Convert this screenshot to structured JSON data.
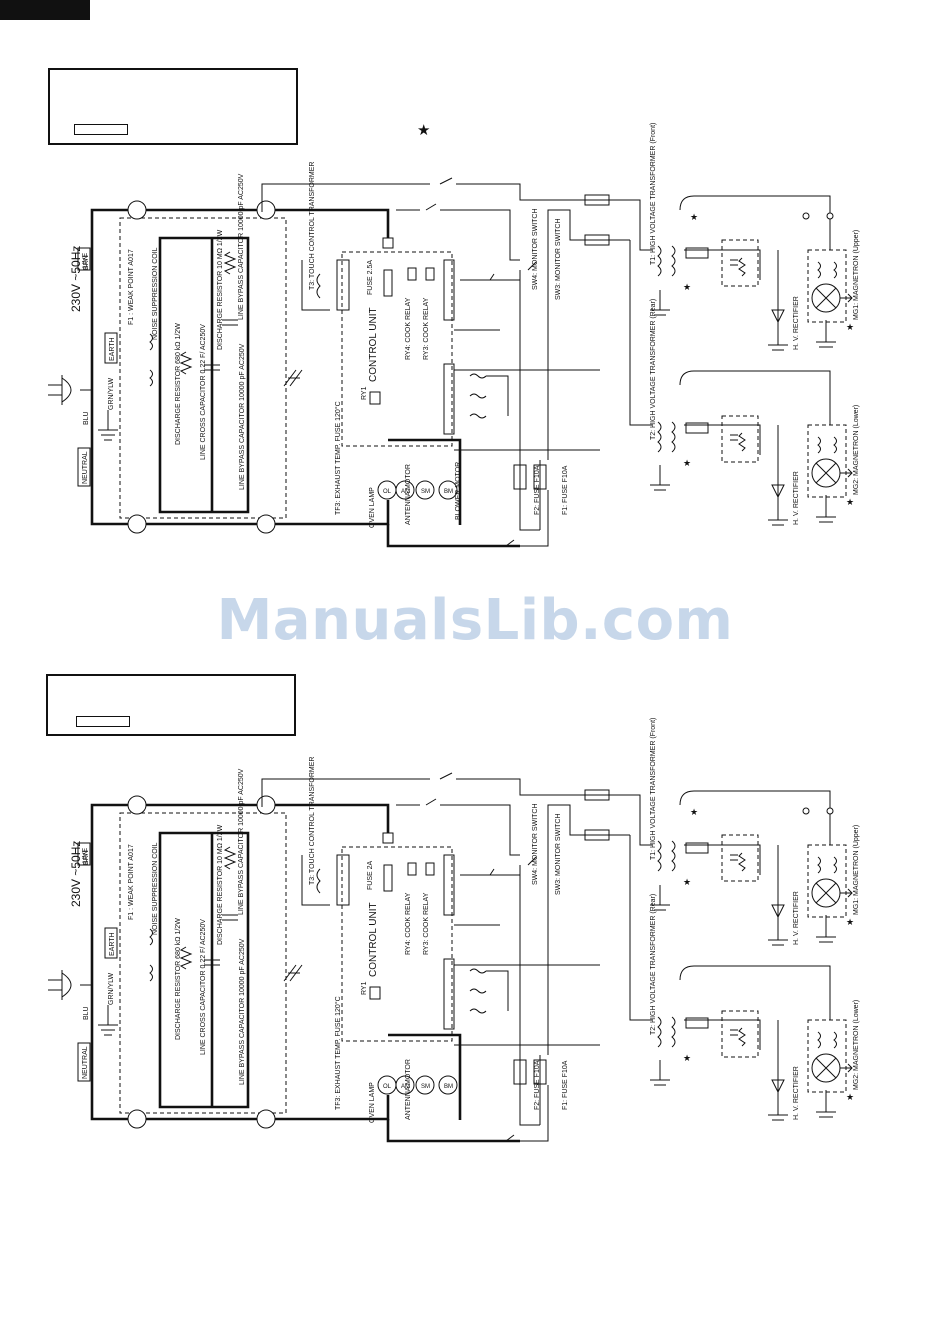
{
  "page": {
    "watermark": "ManualsLib.com",
    "star_symbol": "★"
  },
  "diagrams": [
    {
      "supply": "230V ~50Hz",
      "wires": {
        "brn": "BRN",
        "blu": "BLU",
        "grn": "GRN/YLW"
      },
      "terminals": {
        "live": "LIVE",
        "earth": "EARTH",
        "neutral": "NEUTRAL"
      },
      "components": {
        "f1": "F1 : WEAK POINT A017",
        "coil": "NOISE SUPPRESSION COIL",
        "dres1": "DISCHARGE RESISTOR 680 kΩ 1/2W",
        "cross": "LINE CROSS CAPACITOR 0.22 F/ AC250V",
        "dres2": "DISCHARGE RESISTOR 10 MΩ 1/2W",
        "bypass1": "LINE BYPASS CAPACITOR 10000 pF AC250V",
        "bypass2": "LINE BYPASS CAPACITOR 10000 pF AC250V",
        "t3": "T3: TOUCH CONTROL TRANSFORMER",
        "fuse": "FUSE 2.5A",
        "ry4": "RY4: COOK RELAY",
        "ry3": "RY3: COOK RELAY",
        "control": "CONTROL UNIT",
        "ry1": "RY1",
        "tf3": "TF3: EXHAUST TEMP. FUSE 120°C",
        "oven_lamp": "OVEN LAMP",
        "antenna": "ANTENNA MOTOR",
        "blower": "BLOWER MOTOR",
        "sw4": "SW4: MONITOR SWITCH",
        "sw3": "SW3: MONITOR SWITCH",
        "f2": "F2: FUSE F10A",
        "f1fuse": "F1: FUSE F10A",
        "t1": "T1: HIGH VOLTAGE TRANSFORMER (Front)",
        "t2": "T2: HIGH VOLTAGE TRANSFORMER (Rear)",
        "rect1": "H. V. RECTIFIER",
        "rect2": "H. V. RECTIFIER",
        "mg1": "MG1: MAGNETRON (Upper)",
        "mg2": "MG2: MAGNETRON (Lower)",
        "ol": "OL",
        "am": "AM",
        "sm": "SM",
        "bm": "BM"
      }
    },
    {
      "supply": "230V ~50Hz",
      "wires": {
        "brn": "BRN",
        "blu": "BLU",
        "grn": "GRN/YLW"
      },
      "terminals": {
        "live": "LIVE",
        "earth": "EARTH",
        "neutral": "NEUTRAL"
      },
      "components": {
        "f1": "F1 : WEAK POINT A017",
        "coil": "NOISE SUPPRESSION COIL",
        "dres1": "DISCHARGE RESISTOR 680 kΩ 1/2W",
        "cross": "LINE CROSS CAPACITOR 0.22 F/ AC250V",
        "dres2": "DISCHARGE RESISTOR 10 MΩ 1/2W",
        "bypass1": "LINE BYPASS CAPACITOR 10000 pF AC250V",
        "bypass2": "LINE BYPASS CAPACITOR 10000 pF AC250V",
        "t3": "T3: TOUCH CONTROL TRANSFORMER",
        "fuse": "FUSE 2A",
        "ry4": "RY4: COOK RELAY",
        "ry3": "RY3: COOK RELAY",
        "control": "CONTROL UNIT",
        "ry1": "RY1",
        "tf3": "TF3: EXHAUST TEMP. FUSE 120°C",
        "oven_lamp": "OVEN LAMP",
        "antenna": "ANTENNA MOTOR",
        "blower": "",
        "sw4": "SW4: MONITOR SWITCH",
        "sw3": "SW3: MONITOR SWITCH",
        "f2": "F2: FUSE F10A",
        "f1fuse": "F1: FUSE F10A",
        "t1": "T1: HIGH VOLTAGE TRANSFORMER (Front)",
        "t2": "T2: HIGH VOLTAGE TRANSFORMER (Rear)",
        "rect1": "H. V. RECTIFIER",
        "rect2": "H. V. RECTIFIER",
        "mg1": "MG1: MAGNETRON (Upper)",
        "mg2": "MG2: MAGNETRON (Lower)",
        "ol": "OL",
        "am": "AM",
        "sm": "SM",
        "bm": "BM"
      }
    }
  ]
}
